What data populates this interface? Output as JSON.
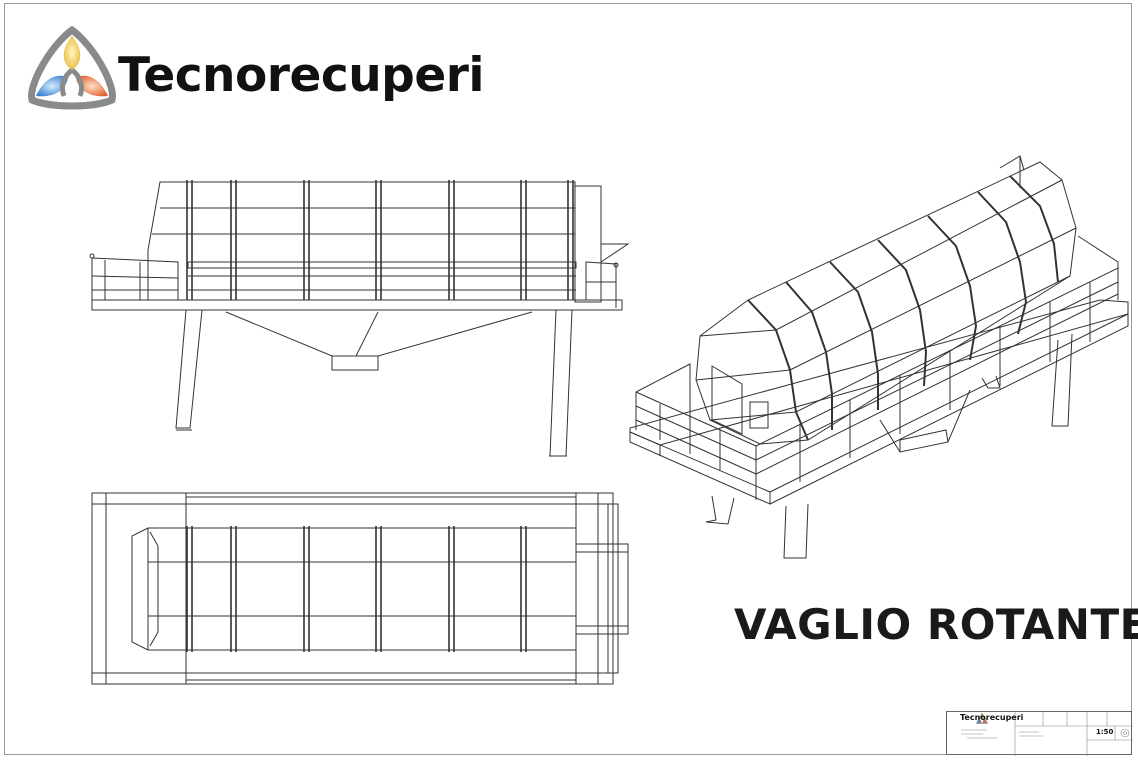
{
  "header": {
    "brand_name": "Tecnorecuperi"
  },
  "drawing": {
    "title": "VAGLIO ROTANTE"
  },
  "title_block": {
    "brand_name": "Tecnorecuperi",
    "scale": "1:50"
  },
  "colors": {
    "line": "#333333",
    "logo_yellow": "#f2c94c",
    "logo_blue": "#4a90d9",
    "logo_orange": "#e8743b",
    "logo_ring": "#8a8a8a"
  }
}
